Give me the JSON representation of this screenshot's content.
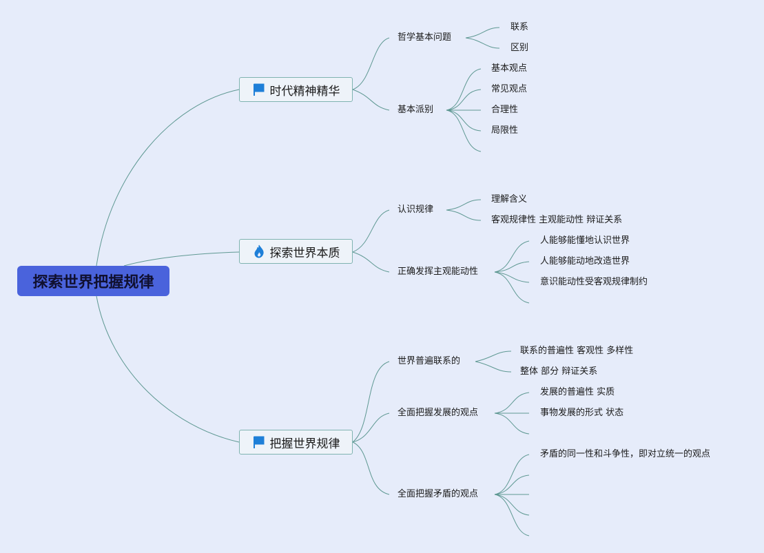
{
  "root": {
    "title": "探索世界把握规律"
  },
  "branches": [
    {
      "title": "时代精神精华",
      "icon": "blue-flag-icon",
      "subs": [
        {
          "title": "哲学基本问题",
          "leaves": [
            "联系",
            "区别"
          ]
        },
        {
          "title": "基本派别",
          "leaves": [
            "基本观点",
            "常见观点",
            "合理性",
            "局限性",
            ""
          ]
        }
      ]
    },
    {
      "title": "探索世界本质",
      "icon": "fire-icon",
      "subs": [
        {
          "title": "认识规律",
          "leaves": [
            "理解含义",
            "客观规律性 主观能动性 辩证关系"
          ]
        },
        {
          "title": "正确发挥主观能动性",
          "leaves": [
            "人能够能懂地认识世界",
            "人能够能动地改造世界",
            "意识能动性受客观规律制约",
            ""
          ]
        }
      ]
    },
    {
      "title": "把握世界规律",
      "icon": "blue-flag-icon",
      "subs": [
        {
          "title": "世界普遍联系的",
          "leaves": [
            "联系的普遍性 客观性 多样性",
            "整体 部分 辩证关系"
          ]
        },
        {
          "title": "全面把握发展的观点",
          "leaves": [
            "发展的普遍性 实质",
            "事物发展的形式 状态",
            ""
          ]
        },
        {
          "title": "全面把握矛盾的观点",
          "leaves": [
            "矛盾的同一性和斗争性，即对立统一的观点",
            "",
            "",
            "",
            ""
          ]
        }
      ]
    }
  ],
  "colors": {
    "background": "#e6ecfa",
    "root_fill": "#4a63dc",
    "branch_border": "#7fb3b0",
    "line": "#5e9892",
    "flag": "#1e7fd8",
    "fire": "#1e7fd8"
  }
}
